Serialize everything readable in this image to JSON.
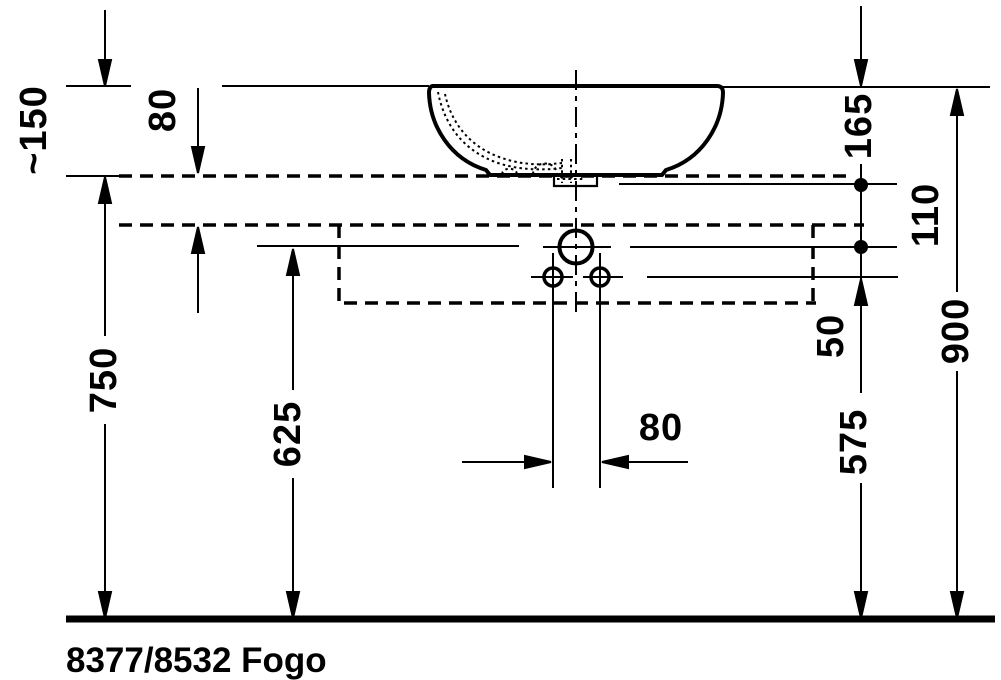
{
  "caption": "8377/8532 Fogo",
  "dims": {
    "clearance": "~150",
    "shelf_offset": "80",
    "counter_height": "750",
    "mixer_height": "625",
    "drain_offset": "165",
    "supply_offset": "110",
    "valve_offset": "50",
    "valve_height": "575",
    "rim_height": "900",
    "hole_spacing": "80"
  }
}
